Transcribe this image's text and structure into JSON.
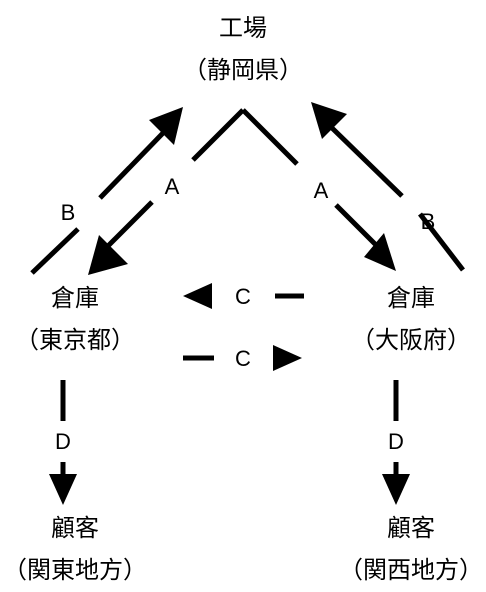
{
  "nodes": {
    "factory": {
      "name": "工場",
      "location": "（静岡県）"
    },
    "warehouse_tokyo": {
      "name": "倉庫",
      "location": "（東京都）"
    },
    "warehouse_osaka": {
      "name": "倉庫",
      "location": "（大阪府）"
    },
    "customer_kanto": {
      "name": "顧客",
      "location": "（関東地方）"
    },
    "customer_kansai": {
      "name": "顧客",
      "location": "（関西地方）"
    }
  },
  "edges": {
    "a_left": "A",
    "a_right": "A",
    "b_left": "B",
    "b_right": "B",
    "c_top": "C",
    "c_bottom": "C",
    "d_left": "D",
    "d_right": "D"
  },
  "colors": {
    "ink": "#000000",
    "background": "#ffffff"
  }
}
